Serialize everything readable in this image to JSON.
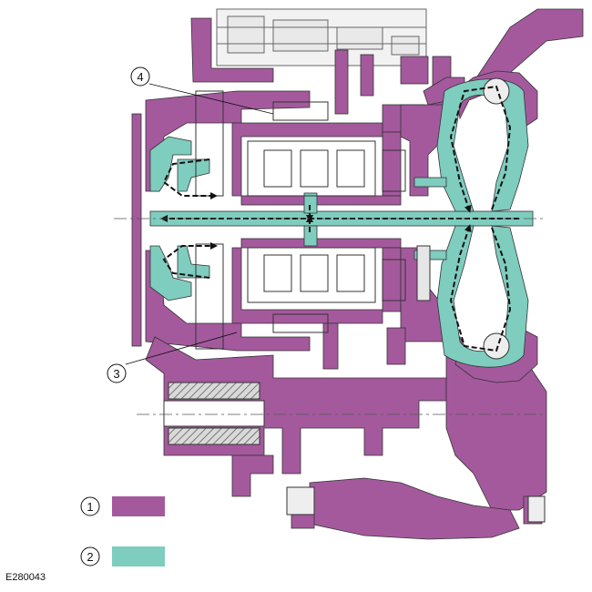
{
  "figure_id": "E280043",
  "colors": {
    "pressure": "#a4599d",
    "lube": "#7ecdbf",
    "outline": "#333333",
    "background": "#ffffff"
  },
  "callouts": [
    {
      "number": "1"
    },
    {
      "number": "2"
    },
    {
      "number": "3"
    },
    {
      "number": "4"
    }
  ],
  "legend": [
    {
      "number": "1",
      "color": "#a4599d"
    },
    {
      "number": "2",
      "color": "#7ecdbf"
    }
  ]
}
